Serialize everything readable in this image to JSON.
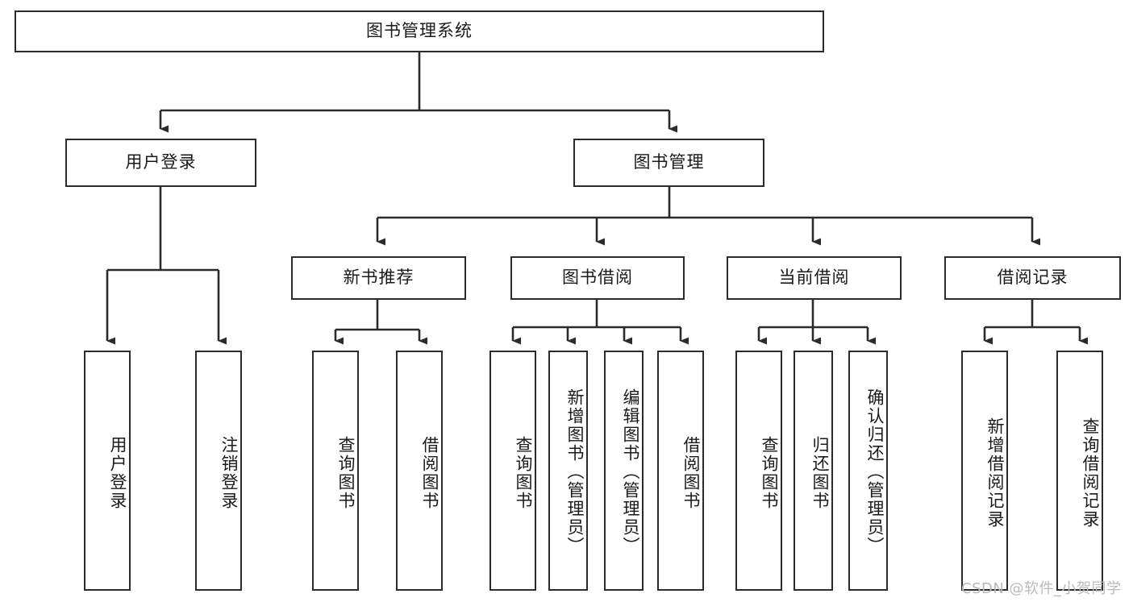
{
  "diagram": {
    "title": "图书管理系统",
    "type": "tree-hierarchy-diagram",
    "watermark": "CSDN @软件_小贺同学",
    "colors": {
      "stroke": "#2b2b2b",
      "fill": "#ffffff",
      "text": "#1a1a1a",
      "watermark": "#b9b9b9"
    },
    "nodes": {
      "root": {
        "label": "图书管理系统"
      },
      "level2": [
        {
          "id": "user-login",
          "label": "用户登录"
        },
        {
          "id": "book-manage",
          "label": "图书管理"
        }
      ],
      "level3": [
        {
          "id": "new-book-recommend",
          "label": "新书推荐"
        },
        {
          "id": "book-borrow",
          "label": "图书借阅"
        },
        {
          "id": "current-borrow",
          "label": "当前借阅"
        },
        {
          "id": "borrow-record",
          "label": "借阅记录"
        }
      ],
      "leaves": {
        "user-login": [
          {
            "id": "leaf-user-login",
            "label": "用户登录"
          },
          {
            "id": "leaf-user-logout",
            "label": "注销登录"
          }
        ],
        "new-book-recommend": [
          {
            "id": "leaf-query-book-1",
            "label": "查询图书"
          },
          {
            "id": "leaf-borrow-book-1",
            "label": "借阅图书"
          }
        ],
        "book-borrow": [
          {
            "id": "leaf-query-book-2",
            "label": "查询图书"
          },
          {
            "id": "leaf-add-book",
            "label": "新增图书（管理员）"
          },
          {
            "id": "leaf-edit-book",
            "label": "编辑图书（管理员）"
          },
          {
            "id": "leaf-borrow-book-2",
            "label": "借阅图书"
          }
        ],
        "current-borrow": [
          {
            "id": "leaf-query-book-3",
            "label": "查询图书"
          },
          {
            "id": "leaf-return-book",
            "label": "归还图书"
          },
          {
            "id": "leaf-confirm-return",
            "label": "确认归还（管理员）"
          }
        ],
        "borrow-record": [
          {
            "id": "leaf-add-record",
            "label": "新增借阅记录"
          },
          {
            "id": "leaf-query-record",
            "label": "查询借阅记录"
          }
        ]
      }
    }
  }
}
